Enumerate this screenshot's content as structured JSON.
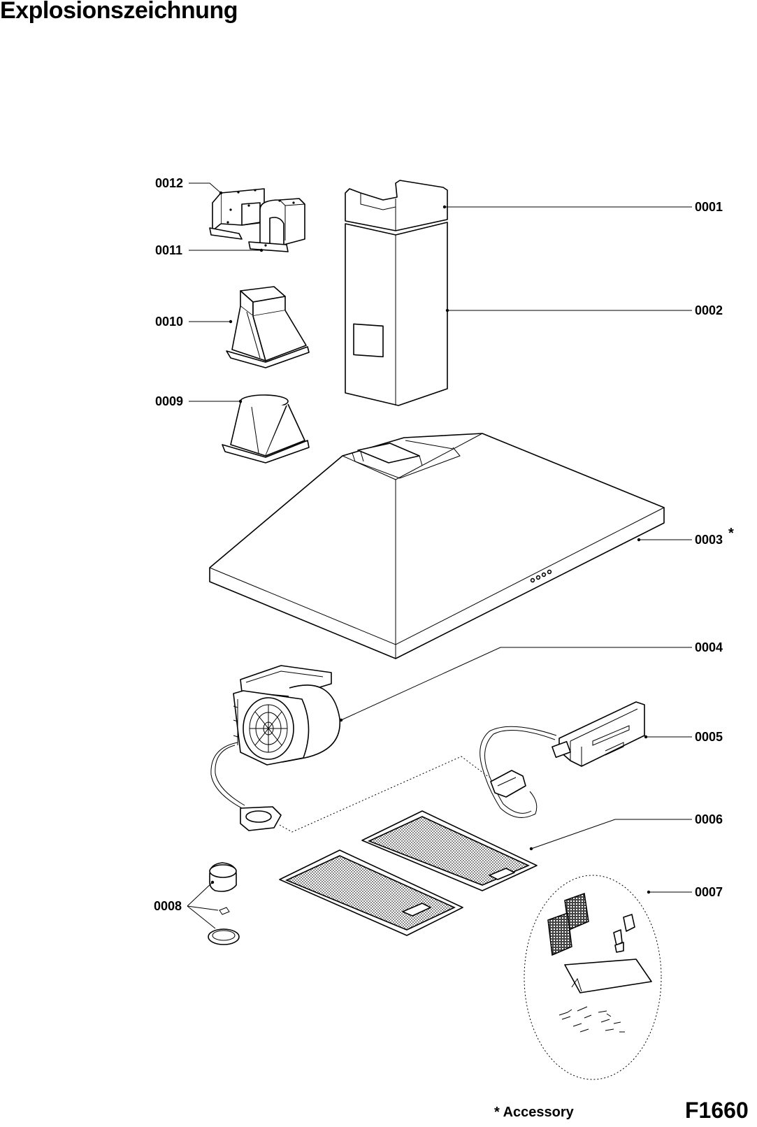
{
  "title": "Explosionszeichnung",
  "labels": {
    "p0001": "0001",
    "p0002": "0002",
    "p0003": "0003",
    "p0003_mark": "*",
    "p0004": "0004",
    "p0005": "0005",
    "p0006": "0006",
    "p0007": "0007",
    "p0008": "0008",
    "p0009": "0009",
    "p0010": "0010",
    "p0011": "0011",
    "p0012": "0012"
  },
  "footer": {
    "accessory_note": "* Accessory",
    "drawing_code": "F1660"
  }
}
